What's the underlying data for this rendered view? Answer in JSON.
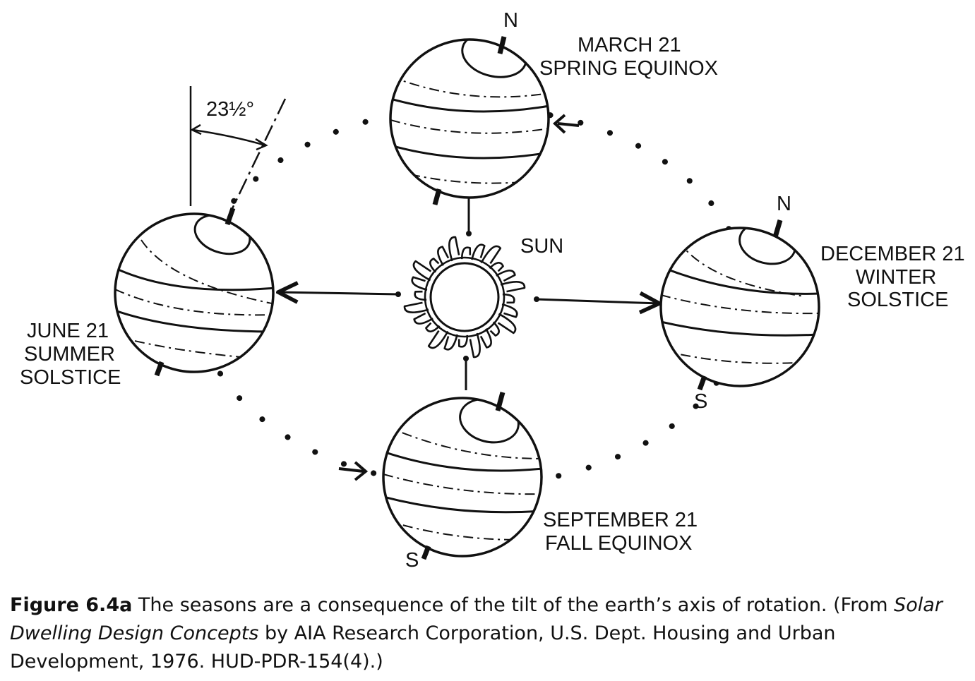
{
  "diagram": {
    "angle_label": "23½°",
    "sun_label": "SUN",
    "positions": {
      "march": {
        "date": "MARCH 21",
        "event": "SPRING EQUINOX",
        "pole_label": "N"
      },
      "june": {
        "date": "JUNE 21",
        "event": "SUMMER",
        "event2": "SOLSTICE"
      },
      "september": {
        "date": "SEPTEMBER 21",
        "event": "FALL EQUINOX",
        "pole_label": "S"
      },
      "december": {
        "date": "DECEMBER 21",
        "event": "WINTER",
        "event2": "SOLSTICE",
        "pole_n": "N",
        "pole_s": "S"
      }
    }
  },
  "caption": {
    "figure_number": "Figure 6.4a",
    "text_before": " The seasons are a consequence of the tilt of the earth’s axis of rotation. (From ",
    "book_title": "Solar Dwelling Design Concepts",
    "text_after": " by AIA Research Corporation, U.S. Dept. Housing and Urban Development, 1976. HUD-PDR-154(4).)"
  }
}
